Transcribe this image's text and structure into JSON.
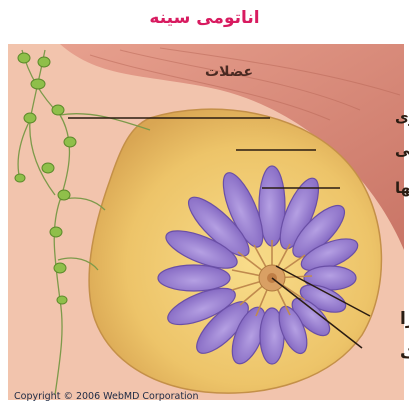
{
  "title": "اناتومی سینه",
  "labels": {
    "muscles": "عضلات",
    "lymph_nodes": "غده لنفاوی",
    "fatty_tissue": "بافت چربی",
    "lobules": "لوبولها",
    "ducts": "مجرا",
    "nipple": "نوک"
  },
  "copyright": "Copyright © 2006 WebMD Corporation",
  "colors": {
    "title": "#d81b60",
    "background": "#f3c5ad",
    "muscle": "#d98a7c",
    "breast_fat": "#f1cb72",
    "lobule": "#9a7fd0",
    "lymph": "#7cb342"
  }
}
